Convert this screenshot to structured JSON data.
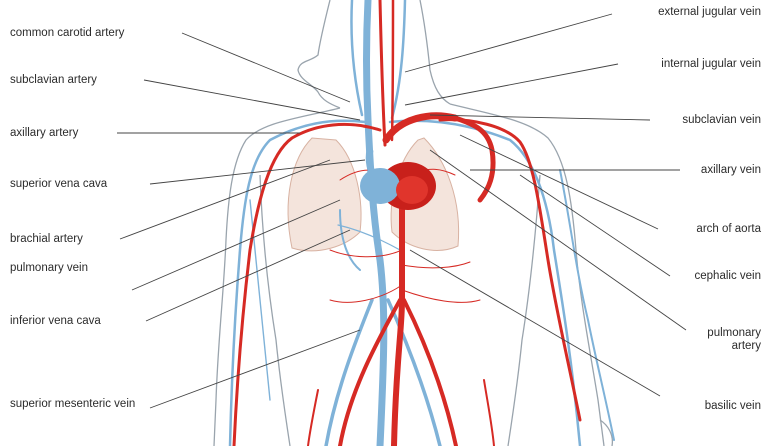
{
  "diagram": {
    "colors": {
      "artery": "#d62a24",
      "vein": "#7fb2d8",
      "outline": "#9aa4ad",
      "lung": "#d8b2a2",
      "leader": "#444444",
      "text": "#2b2b2b"
    },
    "labels_left": [
      "common carotid artery",
      "subclavian artery",
      "axillary artery",
      "superior vena cava",
      "brachial artery",
      "pulmonary vein",
      "inferior vena cava",
      "superior mesenteric vein"
    ],
    "labels_right": [
      "external jugular vein",
      "internal jugular vein",
      "subclavian vein",
      "axillary vein",
      "arch of aorta",
      "cephalic vein",
      "pulmonary artery",
      "basilic vein"
    ]
  }
}
